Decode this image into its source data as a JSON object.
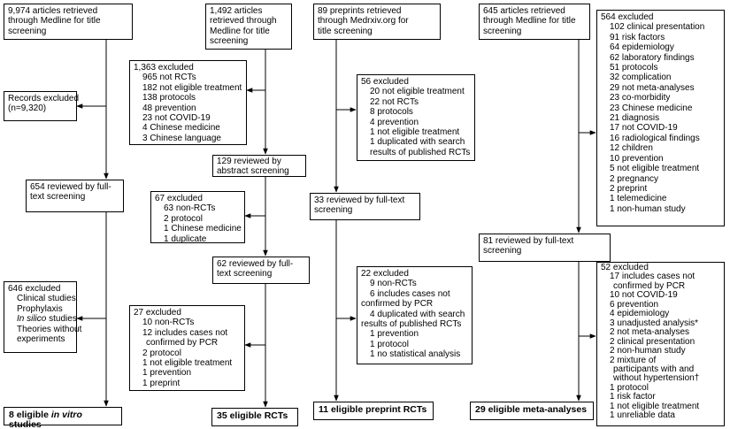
{
  "col1": {
    "start": [
      "9,974 articles retrieved",
      "through Medline for title",
      "screening"
    ],
    "excluded": [
      "Records excluded",
      "(n=9,320)"
    ],
    "reviewed": [
      "654 reviewed by full-",
      "text screening"
    ],
    "excluded2_head": "646 excluded",
    "excluded2_items": [
      "Clinical studies",
      "Prophylaxis"
    ],
    "insilico_word": "In silico",
    "insilico_rest": " studies",
    "excluded2_tail": [
      "Theories without",
      "experiments"
    ],
    "final_prefix": "8 eligible ",
    "final_italic": "in vitro",
    "final_suffix": " studies"
  },
  "col2": {
    "start": [
      "1,492 articles",
      "retrieved through",
      "Medline for title",
      "screening"
    ],
    "excluded1_head": "1,363 excluded",
    "excluded1_items": [
      "965 not RCTs",
      "182 not eligible treatment",
      "138 protocols",
      "48 prevention",
      "23 not COVID-19",
      "4 Chinese medicine",
      "3 Chinese language"
    ],
    "reviewed1": [
      "129 reviewed by",
      "abstract screening"
    ],
    "excluded2_head": "67 excluded",
    "excluded2_items": [
      "63 non-RCTs",
      "2 protocol",
      "1 Chinese medicine",
      "1 duplicate"
    ],
    "reviewed2": [
      "62 reviewed by full-",
      "text screening"
    ],
    "excluded3_head": "27 excluded",
    "excluded3_items": [
      "10 non-RCTs",
      "12 includes cases not",
      "confirmed by PCR",
      "2 protocol",
      "1 not eligible treatment",
      "1 prevention",
      "1 preprint"
    ],
    "final": "35 eligible RCTs"
  },
  "col3": {
    "start": [
      "89 preprints retrieved",
      "through Medrxiv.org for",
      "title screening"
    ],
    "excluded1_head": "56 excluded",
    "excluded1_items": [
      "20 not eligible treatment",
      "22 not RCTs",
      "8 protocols",
      "4 prevention",
      "1 not eligible treatment",
      "1 duplicated with search",
      "results of published RCTs"
    ],
    "reviewed": [
      "33 reviewed by full-text",
      "screening"
    ],
    "excluded2_head": "22 excluded",
    "excluded2_items": [
      "9 non-RCTs",
      "6 includes cases not",
      "confirmed by PCR",
      "4 duplicated with search",
      "results of published RCTs",
      "1 prevention",
      "1 protocol",
      "1 no statistical analysis"
    ],
    "final": "11 eligible preprint RCTs"
  },
  "col4": {
    "start": [
      "645 articles retrieved",
      "through Medline for title",
      "screening"
    ],
    "excluded1_head": "564 excluded",
    "excluded1_items": [
      "102 clinical presentation",
      "91 risk factors",
      "64 epidemiology",
      "62 laboratory findings",
      "51 protocols",
      "32 complication",
      "29 not meta-analyses",
      "23 co-morbidity",
      "23 Chinese medicine",
      "21 diagnosis",
      "17 not COVID-19",
      "16 radiological findings",
      "12 children",
      "10 prevention",
      "5 not eligible treatment",
      "2 pregnancy",
      "2 preprint",
      "1 telemedicine",
      "1 non-human study"
    ],
    "reviewed": [
      "81 reviewed by full-text",
      "screening"
    ],
    "excluded2_head": "52 excluded",
    "excluded2_items": [
      "17 includes cases not",
      "confirmed by PCR",
      "10 not COVID-19",
      "6 prevention",
      "4 epidemiology",
      "3 unadjusted  analysis*",
      "2 not meta-analyses",
      "2 clinical presentation",
      "2 non-human study",
      "2 mixture of",
      "participants with and",
      "without hypertension†",
      "1 protocol",
      "1 risk factor",
      "1 not eligible treatment",
      "1 unreliable data"
    ],
    "final": "29 eligible meta-analyses"
  }
}
